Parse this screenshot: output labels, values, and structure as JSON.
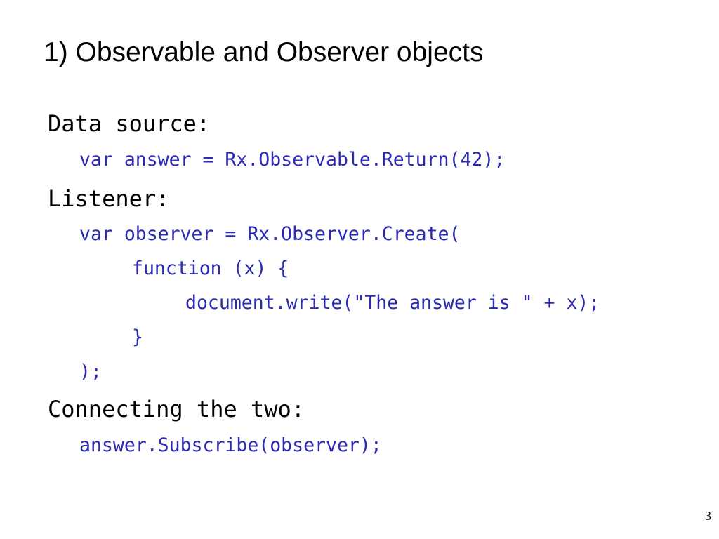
{
  "slide": {
    "title": "1) Observable and Observer objects",
    "sections": {
      "data_source": {
        "heading": "Data source:",
        "code": [
          "var answer = Rx.Observable.Return(42);"
        ]
      },
      "listener": {
        "heading": "Listener:",
        "code": [
          "var observer = Rx.Observer.Create(",
          "function (x) {",
          "document.write(\"The answer is \" + x);",
          "}",
          ");"
        ]
      },
      "connecting": {
        "heading": "Connecting the two:",
        "code": [
          "answer.Subscribe(observer);"
        ]
      }
    },
    "page_number": "3",
    "colors": {
      "code_text": "#2a2ab4",
      "heading_text": "#000000",
      "background": "#ffffff"
    }
  }
}
